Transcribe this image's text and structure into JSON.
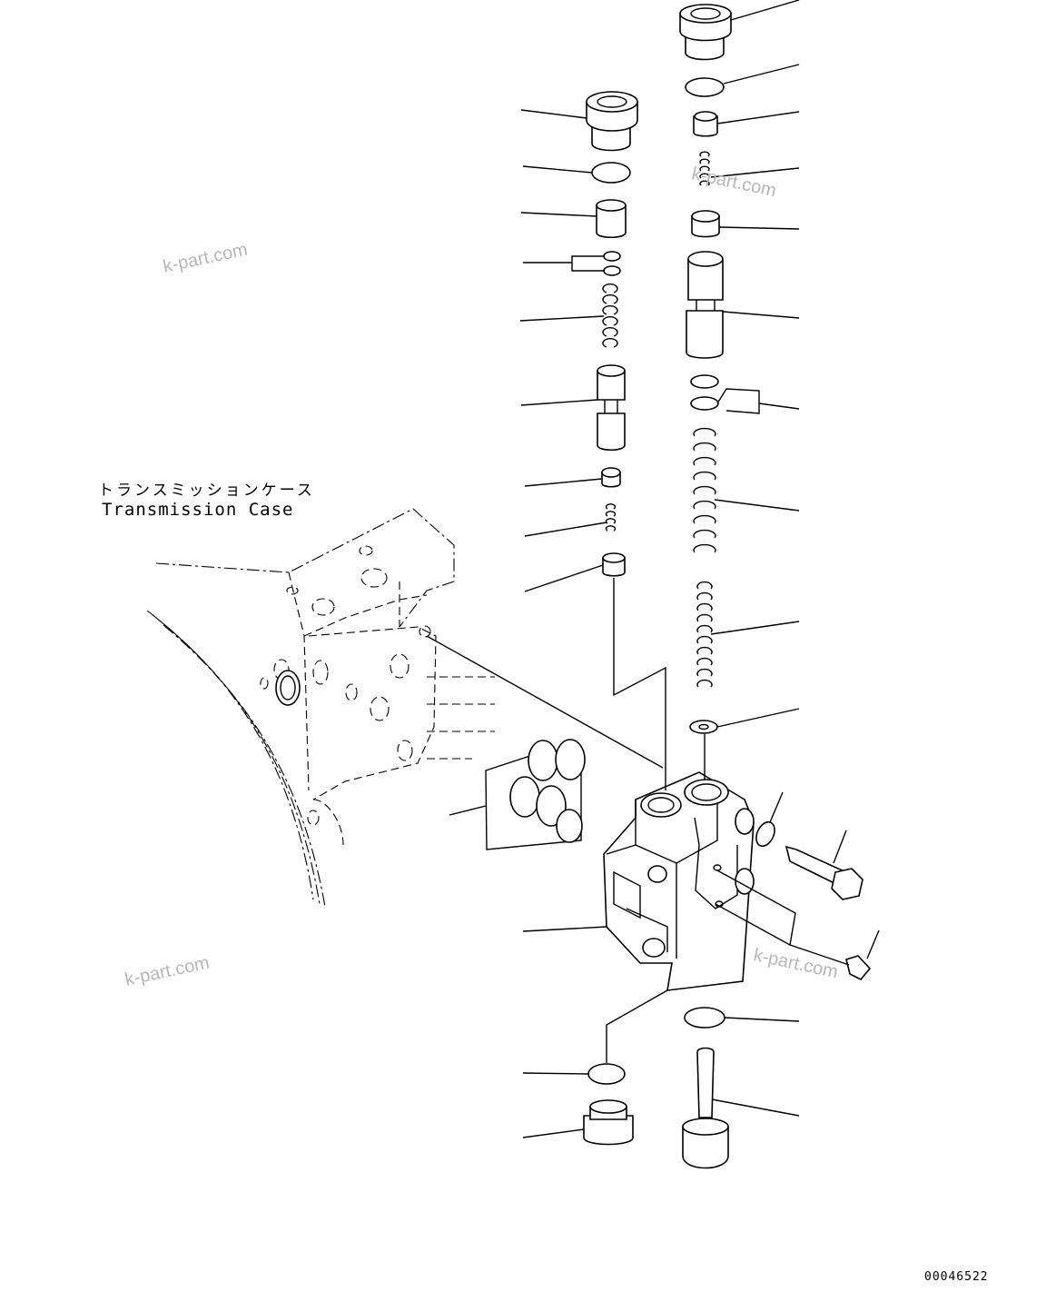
{
  "diagram": {
    "case_label_jp": "トランスミッションケース",
    "case_label_en": "Transmission Case",
    "document_number": "00046522",
    "watermark": "k-part.com",
    "line_color": "#000000",
    "watermark_color": "#b7b7b7"
  }
}
